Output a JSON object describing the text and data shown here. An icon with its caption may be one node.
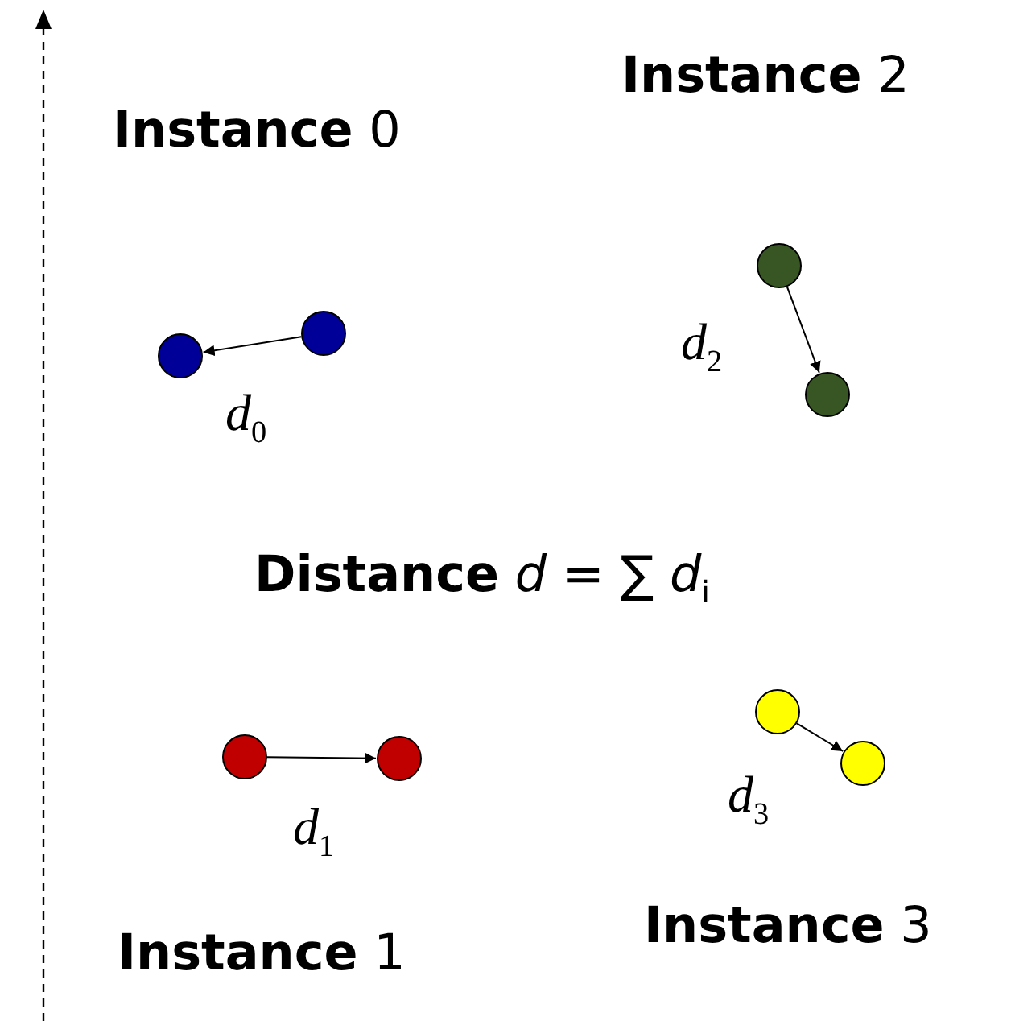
{
  "diagram": {
    "nodes": [
      {
        "text": [],
        "shape": "circle"
      },
      {
        "text": [],
        "shape": "circle"
      },
      {
        "text": [],
        "shape": "circle"
      },
      {
        "text": [],
        "shape": "circle"
      },
      {
        "text": [],
        "shape": "circle"
      },
      {
        "text": [],
        "shape": "circle"
      },
      {
        "text": [],
        "shape": "circle"
      },
      {
        "text": [],
        "shape": "circle"
      }
    ],
    "edges": [
      {
        "from": 1,
        "to": 0,
        "arrow": "to",
        "label": "d$_{0}$"
      },
      {
        "from": 2,
        "to": 3,
        "arrow": "to",
        "label": "d$_{2}$"
      },
      {
        "from": 4,
        "to": 5,
        "arrow": "to",
        "label": "d$_{1}$"
      },
      {
        "from": 6,
        "to": 7,
        "arrow": "to",
        "label": "d$_{3}$"
      }
    ],
    "labels": [
      "**Instance** 2",
      "**Instance** 0",
      "**Distance** *d* = ∑ *d*$_{i}$",
      "**Instance** 3",
      "**Instance** 1"
    ]
  }
}
